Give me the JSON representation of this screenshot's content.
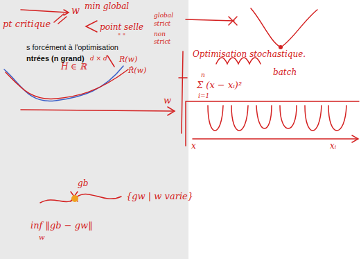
{
  "diagram": {
    "labels": [
      "w",
      "min global",
      "pt critique",
      "point selle",
      "global",
      "strict",
      "\" \"",
      "non",
      "strict",
      "s forcément à l'optimisation",
      "ntrées (n grand)",
      "H ∈ ℝ",
      "d × d",
      "R(w)",
      "R̂(w)",
      "w",
      "Optimisation stochastique.",
      "batch",
      "n",
      "Σ (x − xᵢ)²",
      "i=1",
      "x",
      "xᵢ",
      "gb",
      "{gw | w varie}",
      "inf ‖gb − gw‖",
      "w"
    ]
  }
}
